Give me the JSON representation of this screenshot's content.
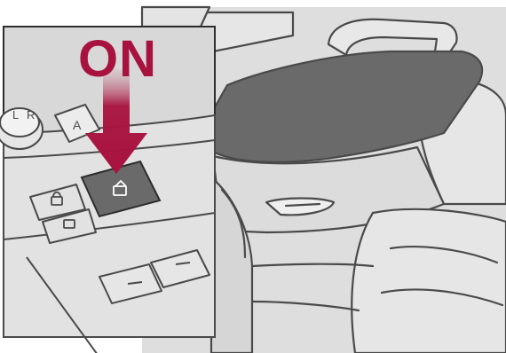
{
  "callout": {
    "label": "ON",
    "color": "#a8123f"
  },
  "mirror_switch": {
    "left_letter": "L",
    "right_letter": "R"
  },
  "auto_window_button": {
    "letter": "A"
  },
  "colors": {
    "line": "#4a4a4a",
    "background_illustration": "#dcdcdc",
    "panel": "#d7d7d7",
    "highlight_dark": "#6a6a6a"
  },
  "icons": [
    "down-arrow-icon",
    "window-lock-icon",
    "window-icon"
  ]
}
